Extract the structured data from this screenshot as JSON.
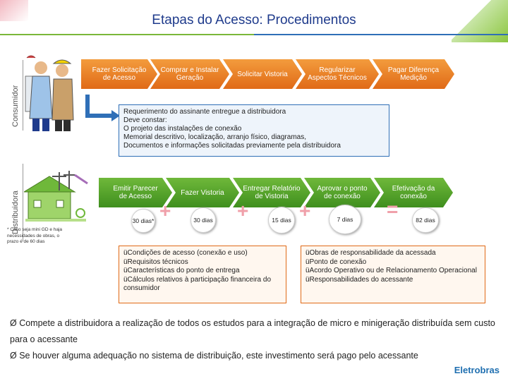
{
  "title": "Etapas do Acesso: Procedimentos",
  "sidebar": {
    "consumidor_label": "Consumidor",
    "distribuidora_label": "Distribuidora"
  },
  "consumer_steps": [
    "Fazer Solicitação de Acesso",
    "Comprar e Instalar Geração",
    "Solicitar Vistoria",
    "Regularizar Aspectos Técnicos",
    "Pagar Diferença Medição"
  ],
  "requirements_box": {
    "line1": "Requerimento do assinante entregue a distribuidora",
    "line2": "Deve constar:",
    "line3": "O projeto das instalações de conexão",
    "line4": "Memorial descritivo, localização, arranjo físico, diagramas,",
    "line5": "Documentos e informações solicitadas previamente pela distribuidora"
  },
  "distributor_steps": [
    "Emitir Parecer de Acesso",
    "Fazer Vistoria",
    "Entregar Relatório de Vistoria",
    "Aprovar o ponto de conexão",
    "Efetivação da conexão"
  ],
  "days": [
    "30 dias*",
    "30 dias",
    "15 dias",
    "7 dias",
    "82 dias"
  ],
  "operators": {
    "plus": "+",
    "equals": "="
  },
  "footnote": "* Caso seja mini GD e haja necessidades de obras, o prazo é de 60 dias",
  "left_box": [
    "üCondições de acesso (conexão e uso)",
    "üRequisitos técnicos",
    "üCaracterísticas do ponto de entrega",
    "üCálculos relativos à participação financeira do consumidor"
  ],
  "right_box": [
    "üObras de responsabilidade da acessada",
    "üPonto de conexão",
    "üAcordo Operativo ou de Relacionamento Operacional",
    "üResponsabilidades do acessante"
  ],
  "bullets": [
    "Ø Compete a distribuidora a realização de todos os estudos para a integração de micro e minigeração distribuída sem custo para o acessante",
    "Ø Se houver alguma adequação no sistema de distribuição, este investimento será pago pelo acessante"
  ],
  "logo": "Eletrobras",
  "colors": {
    "orange": "#e06a17",
    "green": "#3f8f1e",
    "blue": "#2f6fb7",
    "title": "#1f3b8c"
  }
}
